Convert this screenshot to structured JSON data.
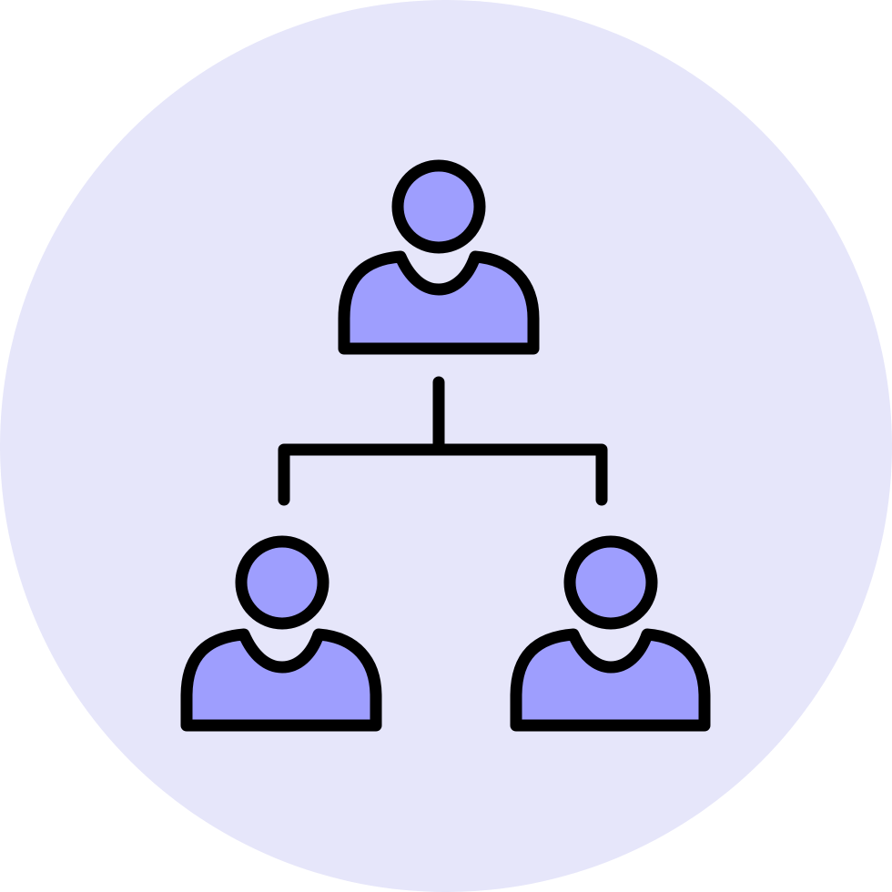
{
  "icon": {
    "name": "organization-hierarchy-icon",
    "colors": {
      "background_circle": "#E6E6FA",
      "person_fill": "#9E9EFE",
      "outline": "#000000"
    },
    "nodes": [
      {
        "role": "parent"
      },
      {
        "role": "child-left"
      },
      {
        "role": "child-right"
      }
    ]
  }
}
